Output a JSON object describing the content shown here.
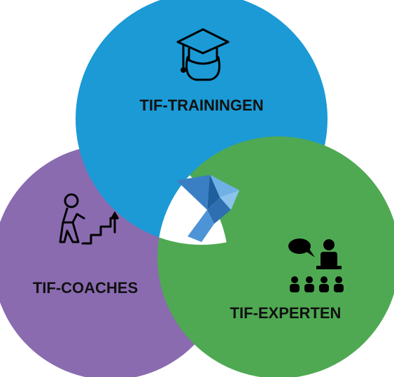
{
  "diagram": {
    "type": "venn-3",
    "colors": {
      "top": "#1b9ad6",
      "left": "#8a6bb0",
      "right": "#4fa952",
      "center": "#ffffff"
    },
    "circles": [
      {
        "id": "top",
        "label": "TIF-TRAININGEN",
        "icon": "graduation-cap-icon"
      },
      {
        "id": "left",
        "label": "TIF-COACHES",
        "icon": "climbing-stairs-icon"
      },
      {
        "id": "right",
        "label": "TIF-EXPERTEN",
        "icon": "expert-audience-icon"
      }
    ],
    "center_icon": "origami-bird-logo"
  }
}
